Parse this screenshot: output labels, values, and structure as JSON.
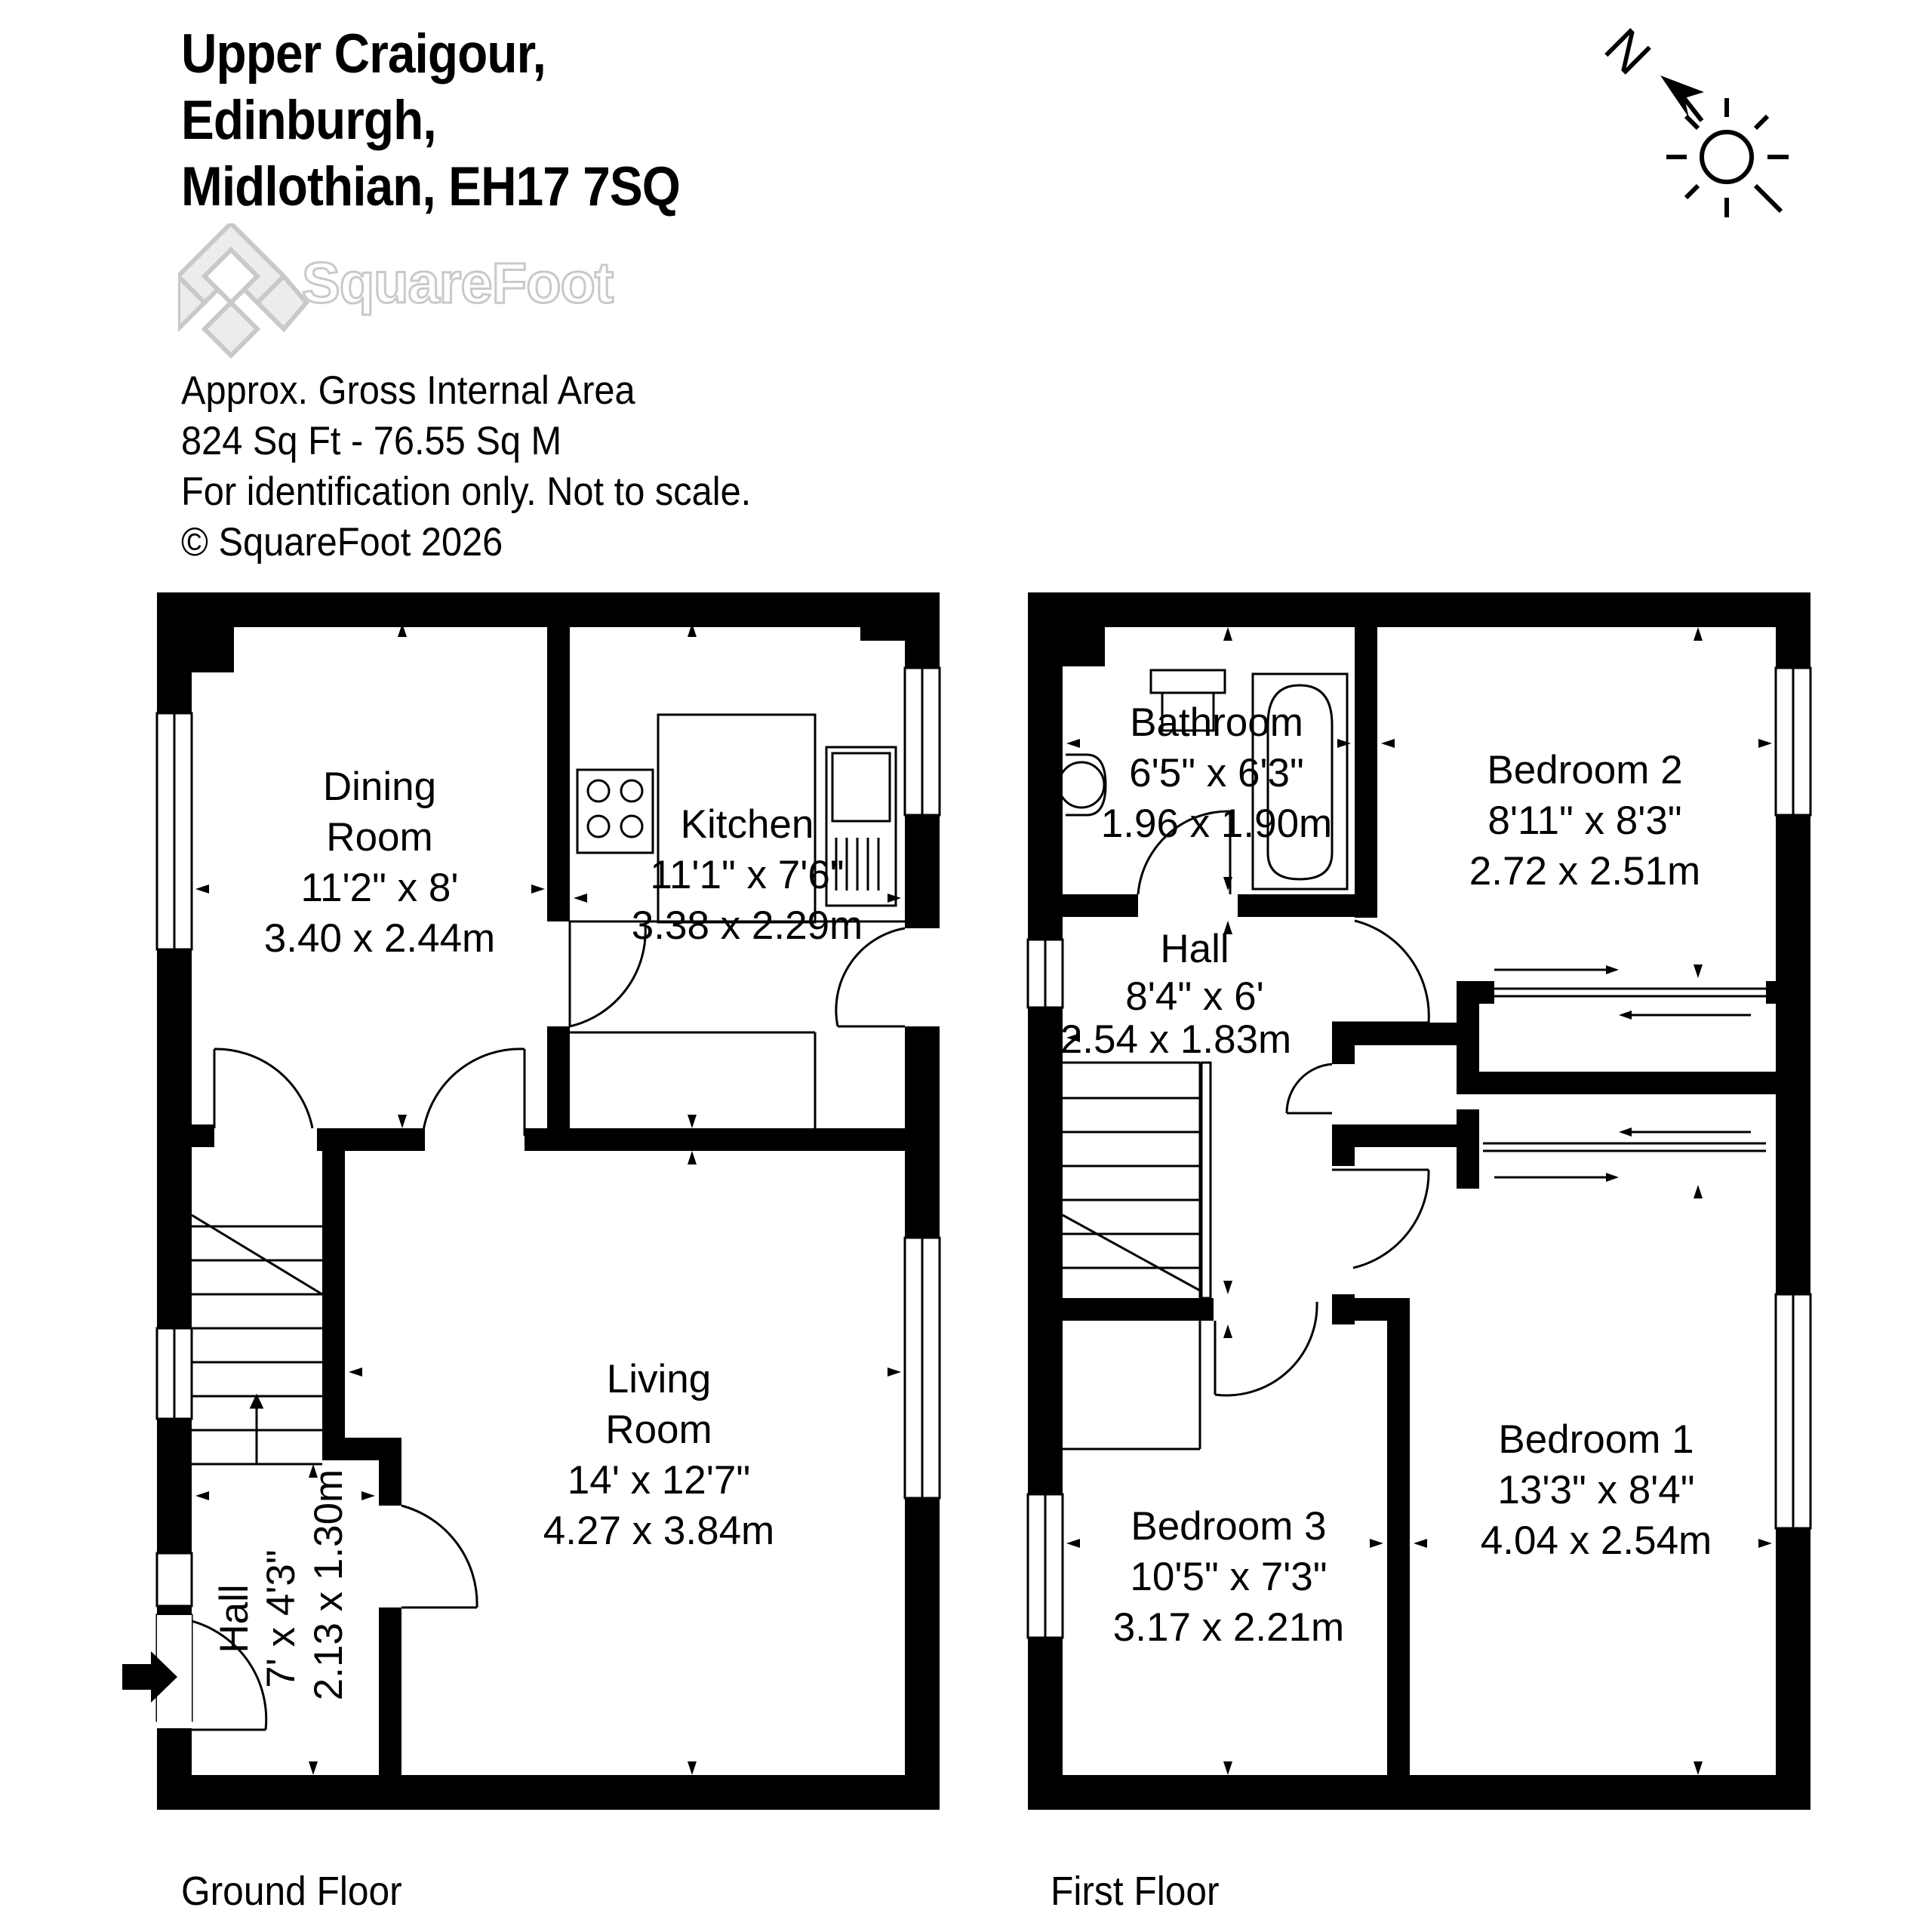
{
  "address": {
    "line1": "Upper Craigour,",
    "line2": "Edinburgh,",
    "line3": "Midlothian, EH17 7SQ"
  },
  "logo": {
    "text": "SquareFoot",
    "icon": "squarefoot-logo-icon"
  },
  "info": {
    "area_title": "Approx. Gross Internal Area",
    "area_value": "824 Sq Ft  -  76.55 Sq M",
    "disclaimer": "For identification only. Not to scale.",
    "copyright": "© SquareFoot 2026"
  },
  "compass": {
    "label": "N",
    "icon": "north-arrow-sun-icon"
  },
  "floors": [
    {
      "label": "Ground Floor",
      "rooms": [
        {
          "name": "Dining",
          "name2": "Room",
          "imperial": "11'2\" x 8'",
          "metric": "3.40 x 2.44m"
        },
        {
          "name": "Kitchen",
          "imperial": "11'1\" x 7'6\"",
          "metric": "3.38 x 2.29m"
        },
        {
          "name": "Living",
          "name2": "Room",
          "imperial": "14' x 12'7\"",
          "metric": "4.27 x 3.84m"
        },
        {
          "name": "Hall",
          "imperial": "7' x 4'3\"",
          "metric": "2.13 x 1.30m"
        }
      ]
    },
    {
      "label": "First Floor",
      "rooms": [
        {
          "name": "Bathroom",
          "imperial": "6'5\" x 6'3\"",
          "metric": "1.96 x 1.90m"
        },
        {
          "name": "Bedroom 2",
          "imperial": "8'11\" x 8'3\"",
          "metric": "2.72 x 2.51m"
        },
        {
          "name": "Hall",
          "imperial": "8'4\" x 6'",
          "metric": "2.54 x 1.83m"
        },
        {
          "name": "Bedroom 1",
          "imperial": "13'3\" x 8'4\"",
          "metric": "4.04 x 2.54m"
        },
        {
          "name": "Bedroom 3",
          "imperial": "10'5\" x 7'3\"",
          "metric": "3.17 x 2.21m"
        }
      ]
    }
  ],
  "colors": {
    "wall": "#000000",
    "logo_grey": "#c9c9c9",
    "background": "#ffffff"
  }
}
